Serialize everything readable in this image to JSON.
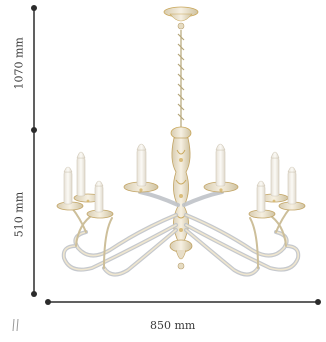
{
  "dimensions": {
    "height_top": "1070 mm",
    "height_bottom": "510 mm",
    "width": "850 mm"
  },
  "colors": {
    "dimension_line": "#2b2b2b",
    "metal_cream": "#efe6cf",
    "metal_shadow": "#cdbf9a",
    "gilding": "#c9a75a",
    "glass_edge": "#bfc3c8"
  },
  "icons": {
    "corner_mark": "double-slash-icon"
  }
}
